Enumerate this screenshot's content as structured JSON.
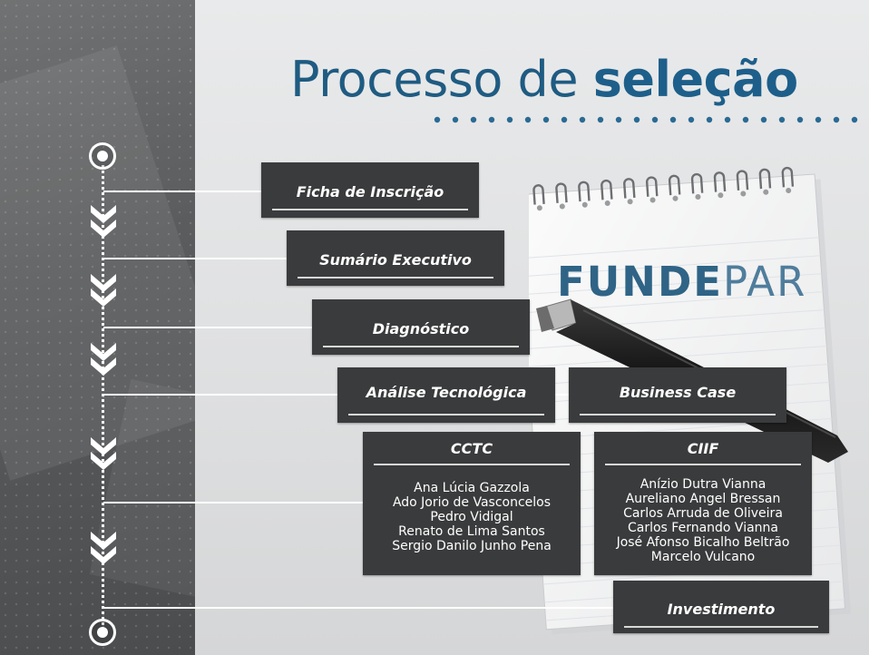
{
  "title": {
    "prefix": "Processo de",
    "bold": "seleção"
  },
  "logo": {
    "part1": "FUNDE",
    "part2": "PAR"
  },
  "steps": {
    "ficha": "Ficha de Inscrição",
    "sumario": "Sumário Executivo",
    "diagnostico": "Diagnóstico",
    "analise": "Análise Tecnológica",
    "business": "Business Case",
    "investimento": "Investimento"
  },
  "cctc": {
    "title": "CCTC",
    "members": [
      "Ana Lúcia Gazzola",
      "Ado Jorio de Vasconcelos",
      "Pedro Vidigal",
      "Renato de Lima Santos",
      "Sergio Danilo Junho Pena"
    ]
  },
  "ciif": {
    "title": "CIIF",
    "members": [
      "Anízio Dutra Vianna",
      "Aureliano Angel Bressan",
      "Carlos Arruda de Oliveira",
      "Carlos Fernando Vianna",
      "José Afonso Bicalho Beltrão",
      "Marcelo Vulcano"
    ]
  },
  "colors": {
    "title": "#1f5b82",
    "box": "#3a3b3c",
    "logo": "#2f6486"
  },
  "icons": [
    "timeline-ring-icon",
    "double-chevron-down-icon",
    "notepad-illustration",
    "pen-illustration"
  ]
}
